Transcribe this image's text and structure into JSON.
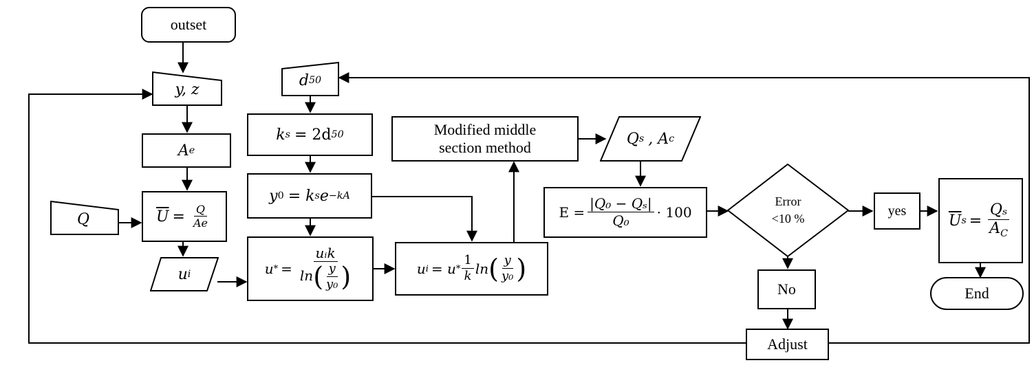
{
  "nodes": {
    "start": "outset",
    "input_yz": "y, z",
    "input_d50": "d",
    "input_d50_sub": "50",
    "Ae": "A",
    "Ae_sub": "e",
    "ks_lhs": "k",
    "ks_lhs_sub": "s",
    "ks_rhs": "= 2d",
    "ks_rhs_sub": "50",
    "modified_line1": "Modified middle",
    "modified_line2": "section method",
    "out_Qs": "Q",
    "out_Qs_sub": "s",
    "out_Ac": ", A",
    "out_Ac_sub": "c",
    "input_Q": "Q",
    "Ubar_lhs": "U",
    "Ubar_eq": "=",
    "Ubar_num": "Q",
    "Ubar_den": "Ae",
    "y0_lhs": "y",
    "y0_lhs_sub": "0",
    "y0_eq": "= k",
    "y0_ks_sub": "s",
    "y0_e": "e",
    "y0_exp": "−kA",
    "E_lhs": "E =",
    "E_num": "|Q₀ − Qₛ|",
    "E_den": "Q₀",
    "E_tail": "· 100",
    "decision_line1": "Error",
    "decision_line2": "<10 %",
    "yes": "yes",
    "Us_lhs": "U",
    "Us_lhs_sub": "s",
    "Us_eq": "=",
    "Us_num": "Qₛ",
    "Us_den": "A",
    "Us_den_sub": "C",
    "input_ui": "u",
    "input_ui_sub": "i",
    "ustar_lhs": "u",
    "ustar_lhs_sub": "*",
    "ustar_eq": "=",
    "ustar_num": "uᵢk",
    "ustar_den_ln": "ln",
    "ustar_den_y": "y",
    "ustar_den_y0": "y₀",
    "ui_lhs": "u",
    "ui_lhs_sub": "i",
    "ui_eq": "= u",
    "ui_star_sub": "*",
    "ui_frac_num": "1",
    "ui_frac_den": "k",
    "ui_ln": "ln",
    "ui_y": "y",
    "ui_y0": "y₀",
    "no": "No",
    "end": "End",
    "adjust": "Adjust"
  }
}
